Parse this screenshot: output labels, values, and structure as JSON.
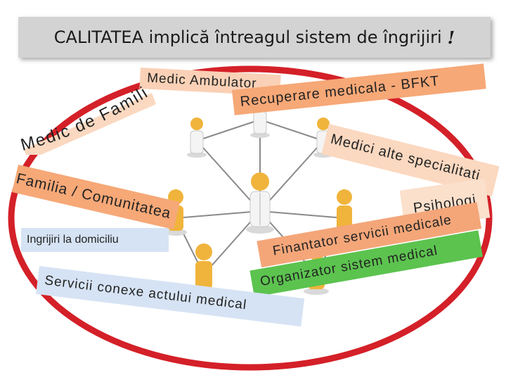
{
  "title": {
    "text": "CALITATEA implică întreagul sistem de îngrijiri",
    "mark": "!"
  },
  "labels": {
    "medic_ambulator": "Medic Ambulator",
    "recuperare": "Recuperare medicala - BFKT",
    "medici_specialitati": "Medici alte specialitati",
    "medic_de_familie": "Medic de Familie",
    "familia_comunitatea": "Familia / Comunitatea",
    "ingrijiri_domiciliu": "Ingrijiri la domiciliu",
    "psihologi": "Psihologi",
    "finantator": "Finantator servicii medicale",
    "organizator": "Organizator sistem medical",
    "servicii_conexe": "Servicii conexe actului medical"
  },
  "colors": {
    "oval_border": "#d42028",
    "figure_gold": "#f0b43c",
    "coat_white": "#f4f4f4",
    "orange_tag": "#f6a877",
    "green_tag": "#5cc34f",
    "blue_tag": "#d6e3f4"
  }
}
